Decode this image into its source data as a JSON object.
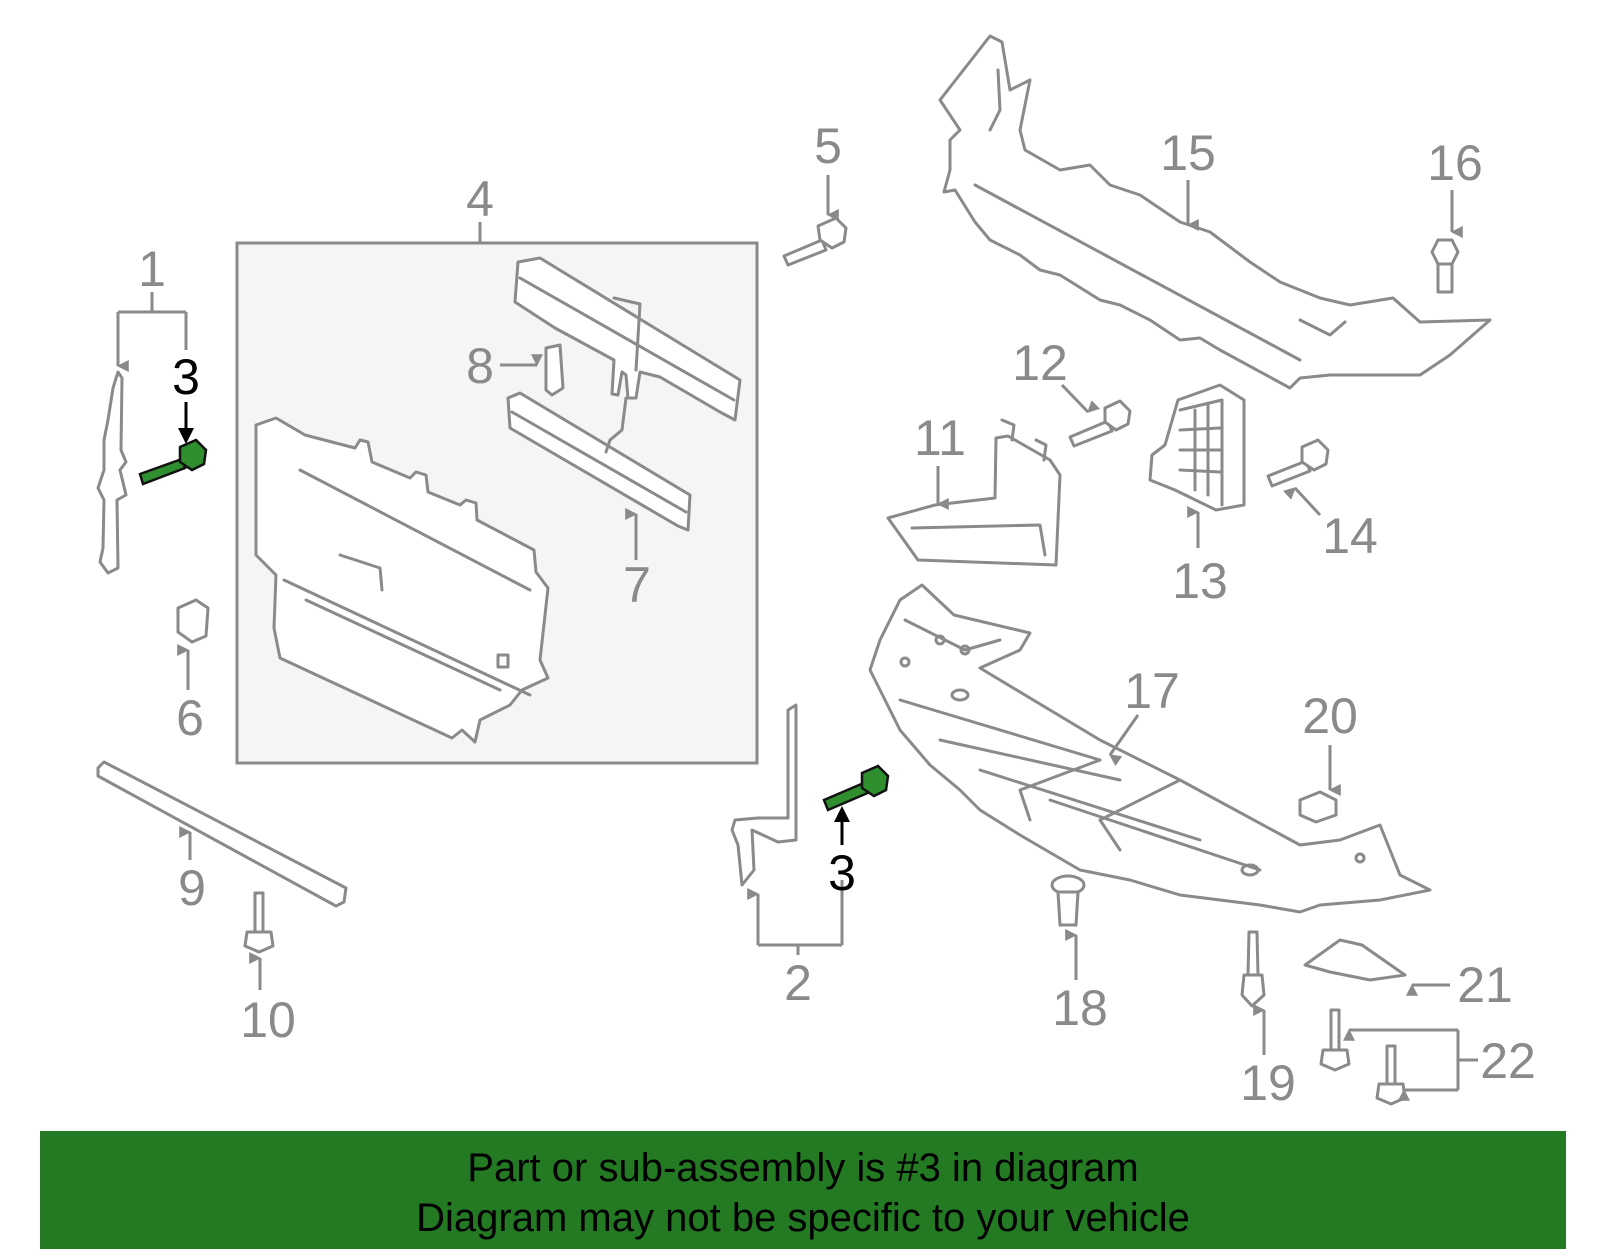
{
  "callouts": {
    "c1": "1",
    "c2": "2",
    "c3a": "3",
    "c3b": "3",
    "c4": "4",
    "c5": "5",
    "c6": "6",
    "c7": "7",
    "c8": "8",
    "c9": "9",
    "c10": "10",
    "c11": "11",
    "c12": "12",
    "c13": "13",
    "c14": "14",
    "c15": "15",
    "c16": "16",
    "c17": "17",
    "c18": "18",
    "c19": "19",
    "c20": "20",
    "c21": "21",
    "c22": "22"
  },
  "highlighted_part": "3",
  "colors": {
    "highlight": "#2f8f2f",
    "banner": "#237a23",
    "line": "#8a8a8a"
  },
  "footer": {
    "line1": "Part or sub-assembly is #3 in diagram",
    "line2": "Diagram may not be specific to your vehicle"
  }
}
